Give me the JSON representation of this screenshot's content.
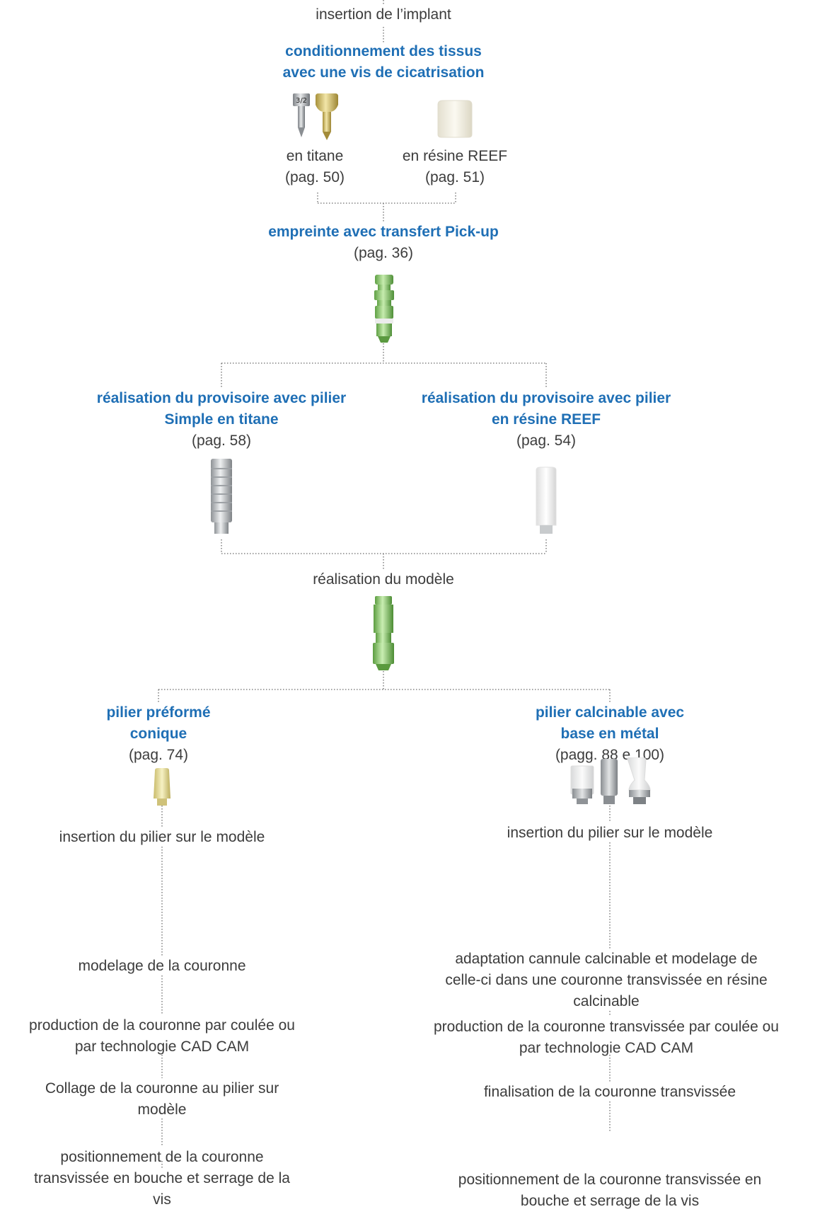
{
  "step_implant": "insertion de l’implant",
  "conditioning": {
    "title_line1": "conditionnement des tissus",
    "title_line2": "avec une vis de cicatrisation",
    "titane_label": "en titane",
    "titane_page": "(pag. 50)",
    "titane_icon_text": "3/2",
    "reef_label": "en résine REEF",
    "reef_page": "(pag. 51)"
  },
  "impression": {
    "title": "empreinte avec transfert Pick-up",
    "page": "(pag. 36)"
  },
  "provisional": {
    "left_line1": "réalisation du provisoire avec pilier",
    "left_line2": "Simple en titane",
    "left_page": "(pag. 58)",
    "right_line1": "réalisation du provisoire avec pilier",
    "right_line2": "en résine REEF",
    "right_page": "(pag. 54)"
  },
  "model": {
    "label": "réalisation du modèle"
  },
  "left_branch": {
    "title_line1": "pilier préformé",
    "title_line2": "conique",
    "page": "(pag. 74)",
    "step1": "insertion du pilier sur le modèle",
    "step2": "modelage de la couronne",
    "step3_line1": "production de la couronne par coulée ou",
    "step3_line2": "par technologie CAD CAM",
    "step4_line1": "Collage de la couronne au pilier sur",
    "step4_line2": "modèle",
    "step5_line1": "positionnement de la couronne",
    "step5_line2": "transvissée en bouche et serrage de la",
    "step5_line3": "vis"
  },
  "right_branch": {
    "title_line1": "pilier calcinable avec",
    "title_line2": "base en métal",
    "page": "(pagg. 88 e 100)",
    "step1": "insertion du pilier sur le modèle",
    "step2_line1": "adaptation cannule calcinable et modelage de",
    "step2_line2": "celle-ci dans une couronne transvissée en résine",
    "step2_line3": "calcinable",
    "step3_line1": "production de la couronne transvissée par coulée ou",
    "step3_line2": "par technologie CAD CAM",
    "step4": "finalisation de la couronne transvissée",
    "step5_line1": "positionnement de la couronne transvissée en",
    "step5_line2": "bouche et serrage de la vis"
  },
  "colors": {
    "heading_blue": "#1f6fb5",
    "body_text": "#3c3c3c",
    "connector": "#6b6b6b",
    "titanium": "#b9bcbf",
    "gold": "#d8c46a",
    "resin_white": "#f4f1e6",
    "green": "#8cc66b"
  },
  "icons": {
    "titane_screw": "titanium-healing-screw-icon",
    "gold_screw": "gold-healing-screw-icon",
    "reef_cap": "resin-healing-cap-icon",
    "pickup_transfer": "pickup-transfer-icon",
    "titanium_abutment": "titanium-abutment-icon",
    "resin_abutment": "resin-abutment-icon",
    "implant_analog": "implant-analog-icon",
    "conical_abutment": "conical-abutment-icon",
    "calcinable_abutments": "calcinable-abutment-icon"
  }
}
